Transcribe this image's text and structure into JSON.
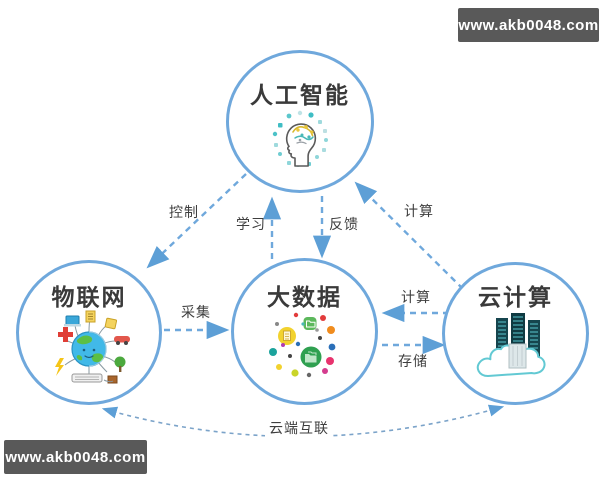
{
  "diagram": {
    "nodes": {
      "ai": {
        "label": "人工智能",
        "icon": "head-brain-icon"
      },
      "iot": {
        "label": "物联网",
        "icon": "connected-globe-icon"
      },
      "bigdata": {
        "label": "大数据",
        "icon": "data-dots-icon"
      },
      "cloud": {
        "label": "云计算",
        "icon": "cloud-servers-icon"
      }
    },
    "edges": [
      {
        "id": "control",
        "label": "控制",
        "from": "人工智能",
        "to": "物联网",
        "style": "dashed"
      },
      {
        "id": "learn",
        "label": "学习",
        "from": "大数据",
        "to": "人工智能",
        "style": "dashed"
      },
      {
        "id": "feedback",
        "label": "反馈",
        "from": "人工智能",
        "to": "大数据",
        "style": "dashed"
      },
      {
        "id": "compute-ai",
        "label": "计算",
        "from": "云计算",
        "to": "人工智能",
        "style": "dashed"
      },
      {
        "id": "collect",
        "label": "采集",
        "from": "物联网",
        "to": "大数据",
        "style": "dashed"
      },
      {
        "id": "compute-bigdata",
        "label": "计算",
        "from": "云计算",
        "to": "大数据",
        "style": "dashed"
      },
      {
        "id": "store",
        "label": "存储",
        "from": "大数据",
        "to": "云计算",
        "style": "dashed"
      },
      {
        "id": "interconnect",
        "label": "云端互联",
        "from": "物联网",
        "to": "云计算",
        "style": "dashed",
        "bidirectional": true
      }
    ],
    "colors": {
      "circle_stroke": "#6fa8dc",
      "arrow": "#6fa8dc",
      "arc_arrow": "#7ba3c9",
      "label_text": "#3e3e3e",
      "watermark_bg": "#595959",
      "watermark_text": "#ffffff",
      "background": "#ffffff"
    }
  },
  "watermarks": {
    "top_right": "www.akb0048.com",
    "bottom_left": "www.akb0048.com"
  }
}
